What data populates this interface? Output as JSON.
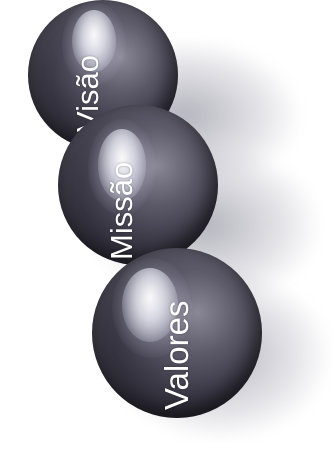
{
  "diagram": {
    "spheres": [
      {
        "label": "Visão"
      },
      {
        "label": "Missão"
      },
      {
        "label": "Valores"
      }
    ]
  }
}
